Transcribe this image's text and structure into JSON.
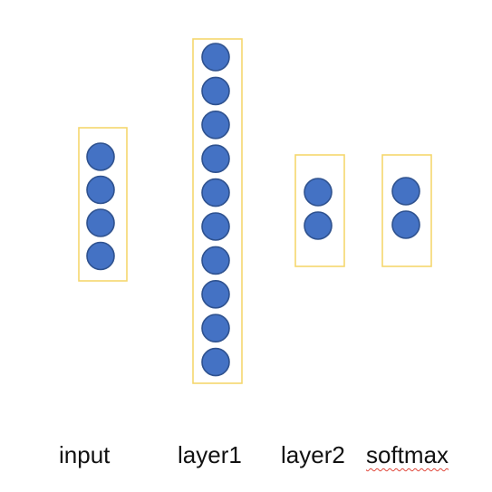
{
  "diagram": {
    "colors": {
      "neuron_fill": "#4472c4",
      "neuron_stroke": "#2f528f",
      "box_stroke": "#f5d76e",
      "label_text": "#111111"
    },
    "layers": [
      {
        "label": "input",
        "neurons": 4
      },
      {
        "label": "layer1",
        "neurons": 10
      },
      {
        "label": "layer2",
        "neurons": 2
      },
      {
        "label": "softmax",
        "neurons": 2,
        "spellcheck_underline": true
      }
    ]
  }
}
